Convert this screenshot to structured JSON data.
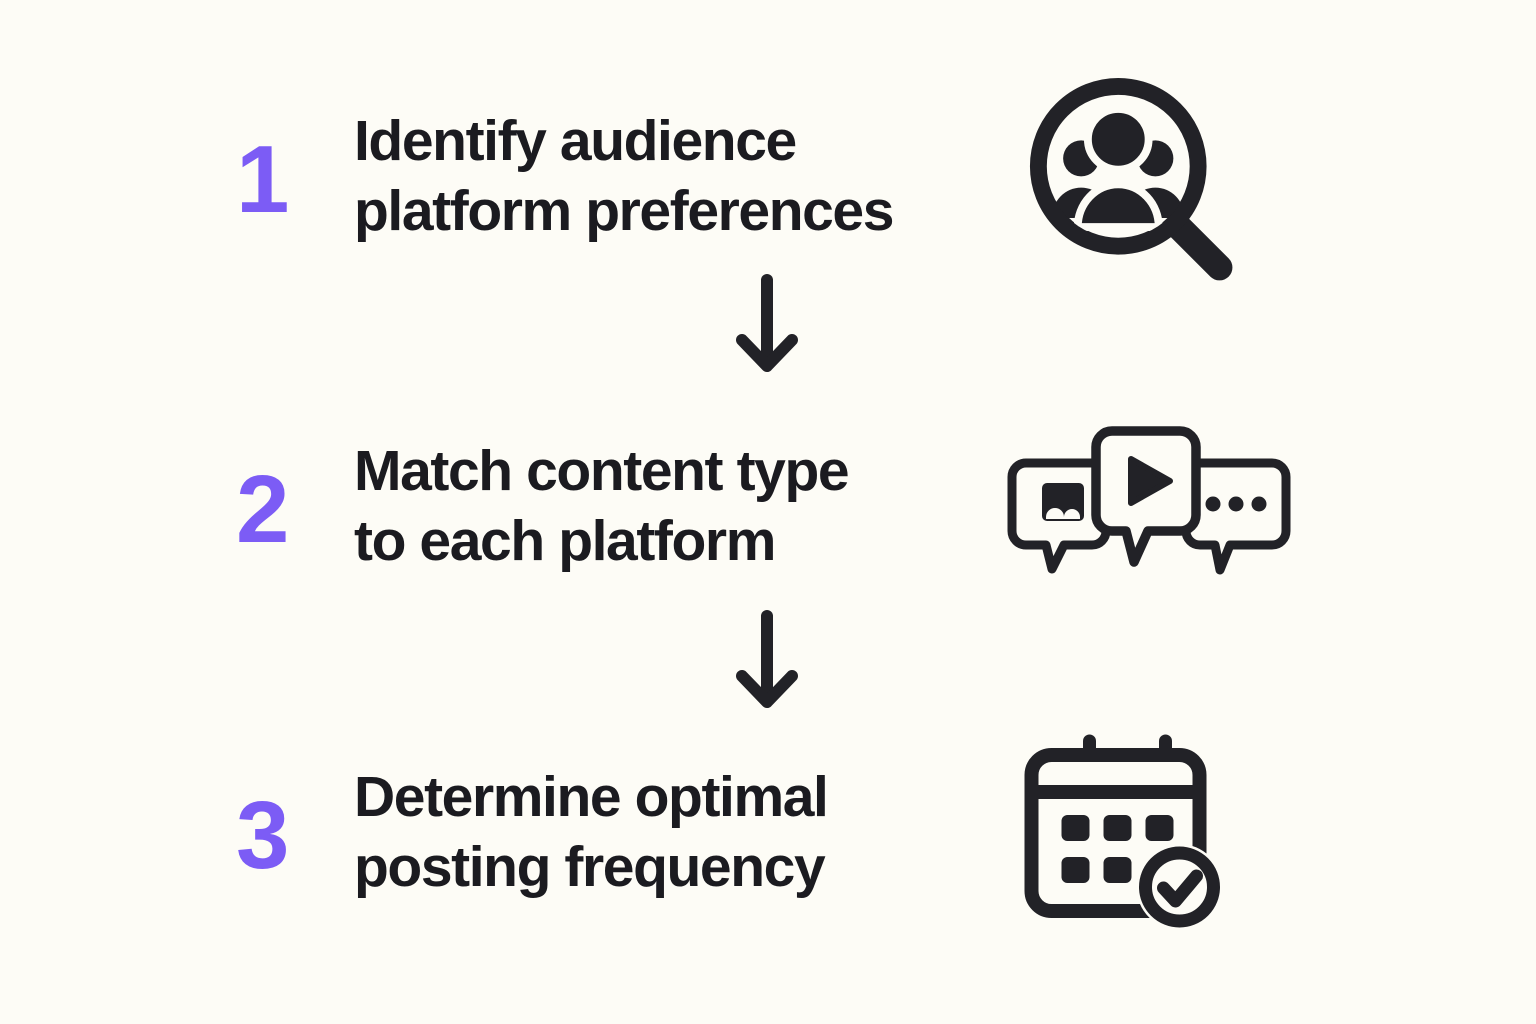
{
  "canvas": {
    "background_color": "#FDFCF6",
    "text_color": "#1B1B20",
    "accent_color": "#7C5CF5"
  },
  "steps": [
    {
      "number": "1",
      "text": "Identify audience\nplatform preferences",
      "icon_name": "audience-magnifier-icon"
    },
    {
      "number": "2",
      "text": "Match content type\nto each platform",
      "icon_name": "content-bubbles-icon"
    },
    {
      "number": "3",
      "text": "Determine optimal\nposting frequency",
      "icon_name": "calendar-check-icon"
    }
  ],
  "connectors": [
    {
      "icon_name": "arrow-down-icon"
    },
    {
      "icon_name": "arrow-down-icon"
    }
  ]
}
